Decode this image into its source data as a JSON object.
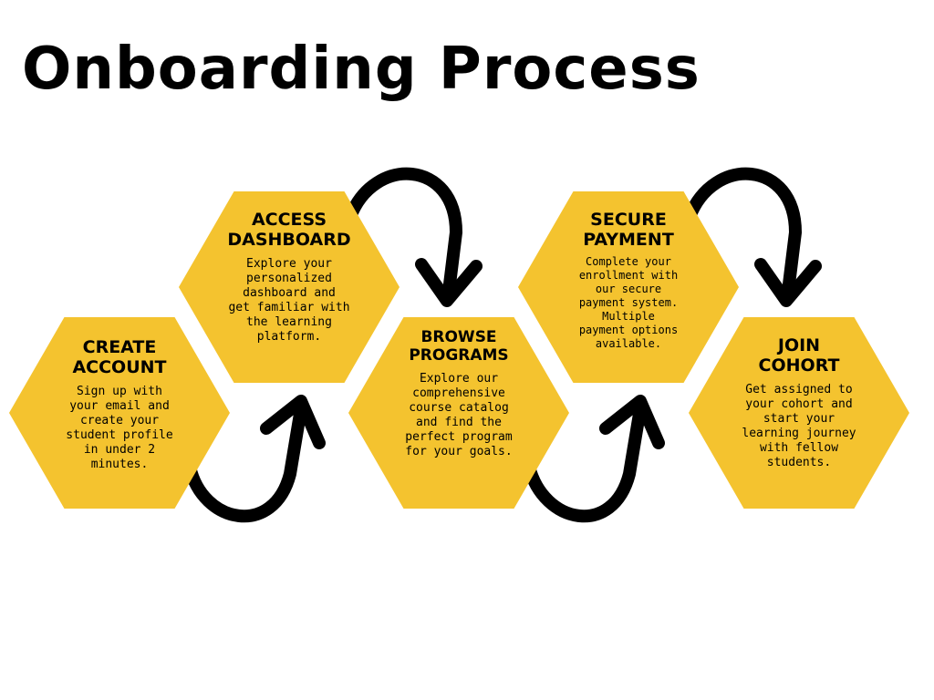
{
  "title": "Onboarding Process",
  "colors": {
    "hexagon": "#F4C32F",
    "arrow": "#000000",
    "background": "#FFFFFF"
  },
  "steps": [
    {
      "title": "CREATE\nACCOUNT",
      "description": "Sign up with\nyour email and\ncreate your\nstudent profile\nin under 2\nminutes."
    },
    {
      "title": "ACCESS\nDASHBOARD",
      "description": "Explore your\npersonalized\ndashboard and\nget familiar with\nthe learning\nplatform."
    },
    {
      "title": "BROWSE\nPROGRAMS",
      "description": "Explore our\ncomprehensive\ncourse catalog\nand find the\nperfect program\nfor your goals."
    },
    {
      "title": "SECURE\nPAYMENT",
      "description": "Complete your\nenrollment with\nour secure\npayment system.\nMultiple\npayment options\navailable."
    },
    {
      "title": "JOIN\nCOHORT",
      "description": "Get assigned to\nyour cohort and\nstart your\nlearning journey\nwith fellow\nstudents."
    }
  ]
}
